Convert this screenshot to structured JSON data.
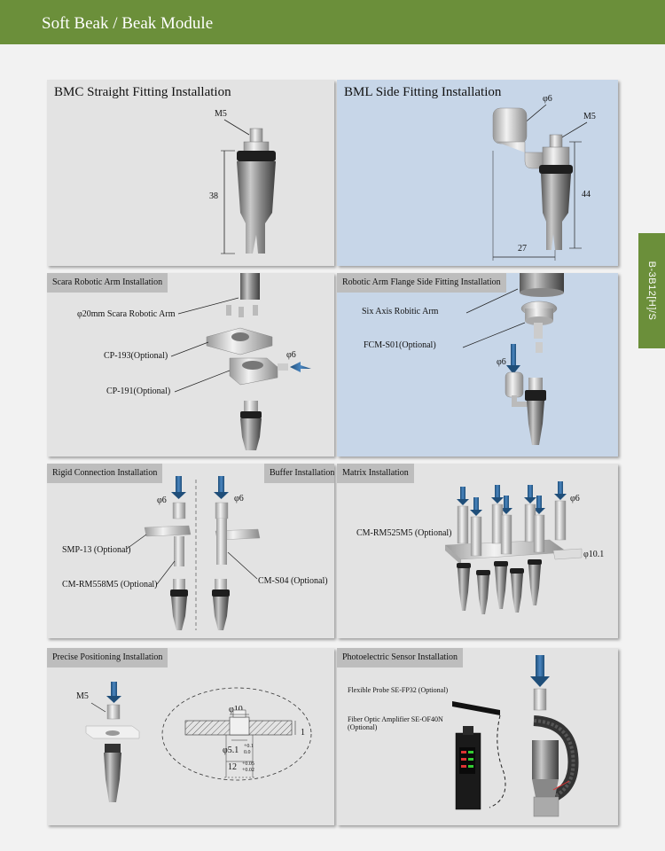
{
  "header": {
    "title": "Soft Beak / Beak Module"
  },
  "side_tab": {
    "label": "B-3B12[H]/S"
  },
  "panels": {
    "bmc": {
      "title": "BMC Straight Fitting Installation",
      "m5": "M5",
      "dim_38": "38"
    },
    "bml": {
      "title": "BML Side Fitting Installation",
      "phi6": "φ6",
      "m5": "M5",
      "dim_44": "44",
      "dim_27": "27"
    },
    "scara": {
      "tab": "Scara Robotic Arm Installation",
      "arm": "φ20mm Scara Robotic Arm",
      "cp193": "CP-193(Optional)",
      "cp191": "CP-191(Optional)",
      "phi6": "φ6"
    },
    "flange": {
      "tab": "Robotic Arm Flange Side Fitting Installation",
      "arm": "Six Axis Robitic Arm",
      "fcm": "FCM-S01(Optional)",
      "phi6": "φ6"
    },
    "rigid": {
      "tab_left": "Rigid Connection Installation",
      "tab_right": "Buffer Installation",
      "phi6_a": "φ6",
      "phi6_b": "φ6",
      "smp": "SMP-13 (Optional)",
      "cm": "CM-RM558M5 (Optional)",
      "cms04": "CM-S04 (Optional)"
    },
    "matrix": {
      "tab": "Matrix Installation",
      "phi6": "φ6",
      "cm": "CM-RM525M5 (Optional)",
      "phi10": "φ10.1"
    },
    "precise": {
      "tab": "Precise Positioning Installation",
      "m5": "M5",
      "phi10": "φ10",
      "phi51": "φ5.1",
      "tol51_up": "+0.1",
      "tol51_dn": "0.0",
      "dim12": "12",
      "tol12_up": "+0.05",
      "tol12_dn": "+0.02",
      "dim1": "1"
    },
    "photo": {
      "tab": "Photoelectric Sensor Installation",
      "probe": "Flexible Probe SE-FP32 (Optional)",
      "amp_line1": "Fiber Optic Amplifier SE-OF40N",
      "amp_line2": "(Optional)"
    }
  }
}
